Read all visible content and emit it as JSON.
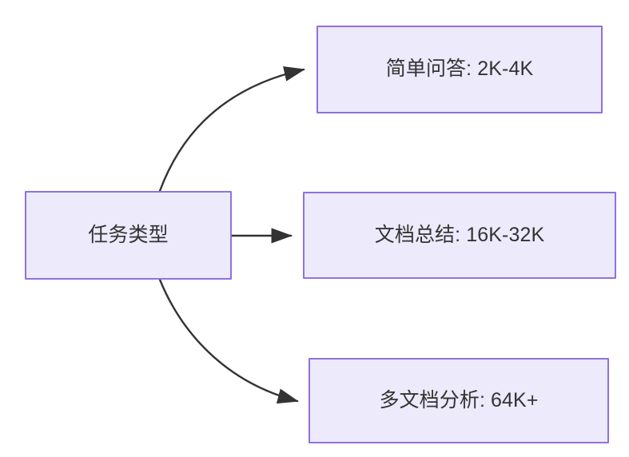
{
  "diagram": {
    "type": "flowchart",
    "direction": "left-to-right",
    "background_color": "#FFFFFF",
    "node_fill_color": "#ECEAFB",
    "node_border_color": "#9370DB",
    "node_text_color": "#333333",
    "edge_color": "#333333",
    "source_node": {
      "id": "task-type",
      "label": "任务类型"
    },
    "target_nodes": [
      {
        "id": "simple-qa",
        "label": "简单问答: 2K-4K",
        "task": "简单问答",
        "context_length": "2K-4K"
      },
      {
        "id": "doc-summary",
        "label": "文档总结: 16K-32K",
        "task": "文档总结",
        "context_length": "16K-32K"
      },
      {
        "id": "multi-doc-analysis",
        "label": "多文档分析: 64K+",
        "task": "多文档分析",
        "context_length": "64K+"
      }
    ],
    "edges": [
      {
        "id": "edge-0",
        "from": "task-type",
        "to": "simple-qa",
        "style": "curved",
        "arrow": "solid-triangle",
        "label": ""
      },
      {
        "id": "edge-1",
        "from": "task-type",
        "to": "doc-summary",
        "style": "straight",
        "arrow": "solid-triangle",
        "label": ""
      },
      {
        "id": "edge-2",
        "from": "task-type",
        "to": "multi-doc-analysis",
        "style": "curved",
        "arrow": "solid-triangle",
        "label": ""
      }
    ]
  }
}
